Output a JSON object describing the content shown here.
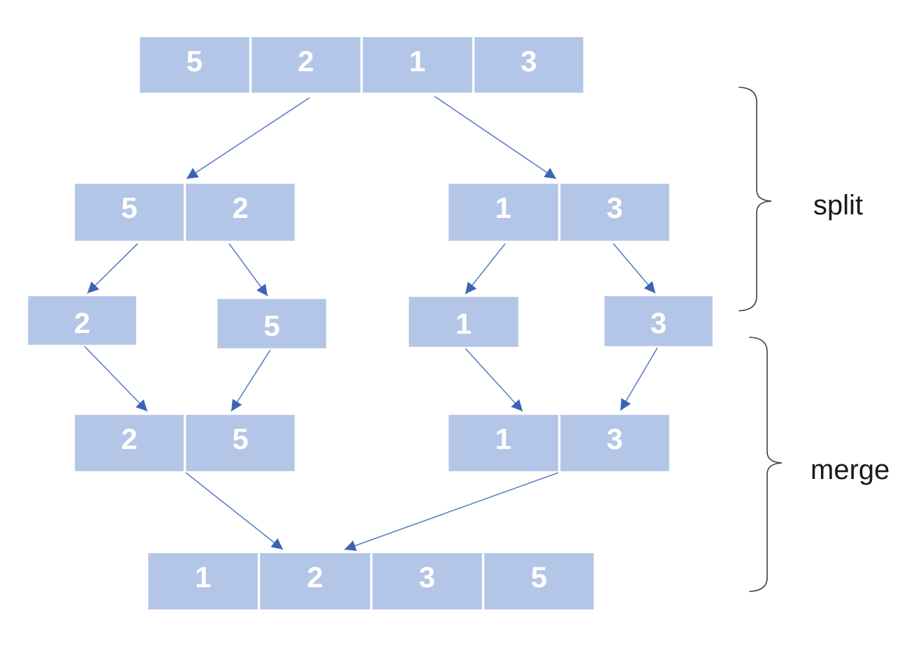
{
  "diagram": {
    "arrays": {
      "unsorted": {
        "values": [
          "5",
          "2",
          "1",
          "3"
        ]
      },
      "split_left_pair": {
        "values": [
          "5",
          "2"
        ]
      },
      "split_right_pair": {
        "values": [
          "1",
          "3"
        ]
      },
      "leaf_2": {
        "values": [
          "2"
        ]
      },
      "leaf_5": {
        "values": [
          "5"
        ]
      },
      "leaf_1": {
        "values": [
          "1"
        ]
      },
      "leaf_3": {
        "values": [
          "3"
        ]
      },
      "merged_left_pair": {
        "values": [
          "2",
          "5"
        ]
      },
      "merged_right_pair": {
        "values": [
          "1",
          "3"
        ]
      },
      "sorted": {
        "values": [
          "1",
          "2",
          "3",
          "5"
        ]
      }
    },
    "phase_labels": {
      "split": "split",
      "merge": "merge"
    },
    "colors": {
      "background": "#ffffff",
      "cell_fill": "#b4c6e7",
      "cell_border": "#c3d1ec",
      "cell_text": "#ffffff",
      "arrow_line": "#5b7fc7",
      "arrow_head": "#3c64b5",
      "brace": "#3f3f3f",
      "label_text": "#1a1a1a"
    }
  }
}
